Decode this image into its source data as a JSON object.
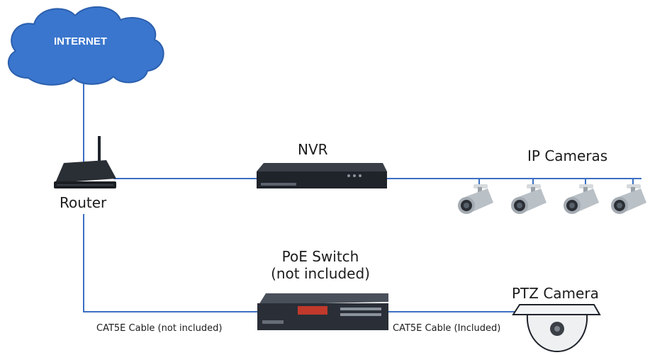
{
  "diagram": {
    "internet": {
      "label": "INTERNET"
    },
    "router": {
      "label": "Router"
    },
    "nvr": {
      "label": "NVR"
    },
    "ip_cameras": {
      "label": "IP Cameras",
      "count": 4
    },
    "poe_switch": {
      "label_line1": "PoE Switch",
      "label_line2": "(not included)"
    },
    "ptz_camera": {
      "label": "PTZ Camera"
    },
    "cables": {
      "router_to_switch": "CAT5E Cable (not included)",
      "switch_to_ptz": "CAT5E Cable (Included)"
    },
    "colors": {
      "cloud": "#3a76cd",
      "cloud_edge": "#2b5fae",
      "line": "#3b6fc2",
      "device_dark": "#1f232a",
      "camera_body": "#b9c0c6",
      "dome": "#eef0f2"
    }
  }
}
